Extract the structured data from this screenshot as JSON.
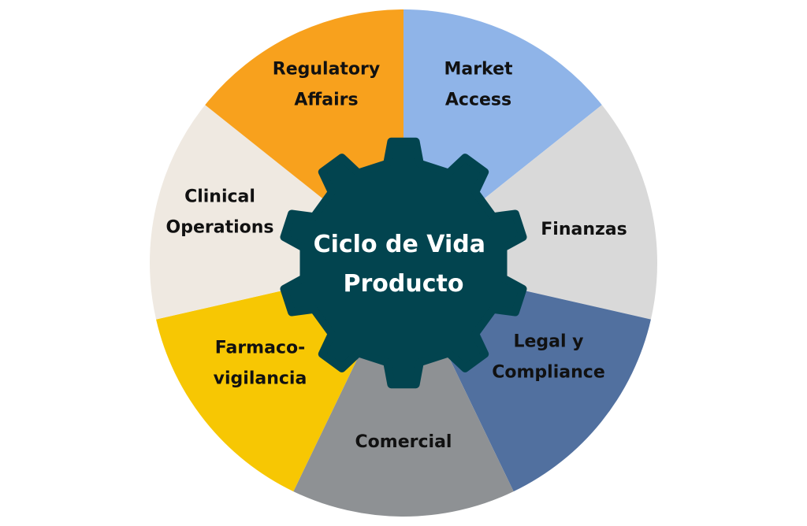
{
  "diagram": {
    "hub": {
      "lines": [
        "Ciclo de Vida",
        "Producto"
      ],
      "color": "#02444f"
    },
    "segments": [
      {
        "lines": [
          "Market",
          "Access"
        ],
        "color": "#8fb4e8"
      },
      {
        "lines": [
          "Finanzas"
        ],
        "color": "#d9d9d9"
      },
      {
        "lines": [
          "Legal y",
          "Compliance"
        ],
        "color": "#51709f"
      },
      {
        "lines": [
          "Comercial"
        ],
        "color": "#8e9194"
      },
      {
        "lines": [
          "Farmaco-",
          "vigilancia"
        ],
        "color": "#f7c703"
      },
      {
        "lines": [
          "Clinical",
          "Operations"
        ],
        "color": "#efe9e1"
      },
      {
        "lines": [
          "Regulatory",
          "Affairs"
        ],
        "color": "#f8a11d"
      }
    ]
  }
}
